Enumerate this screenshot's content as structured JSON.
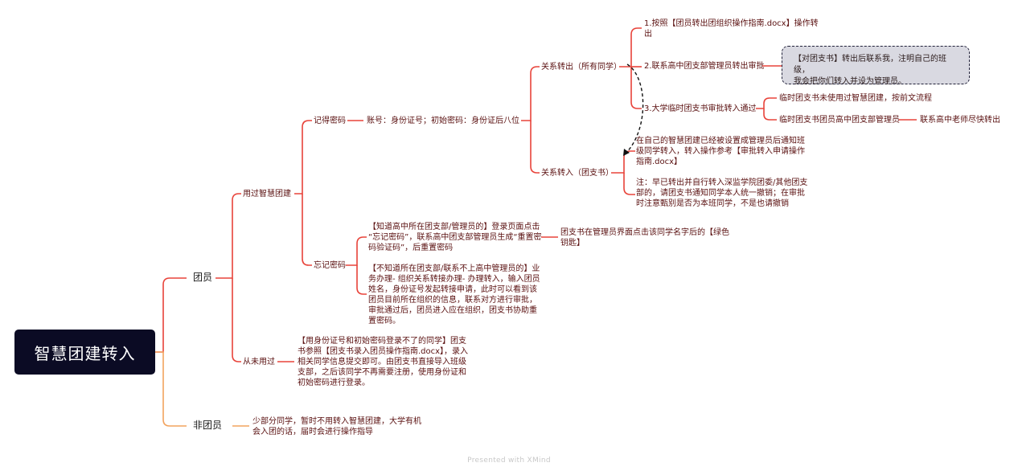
{
  "root": "智慧团建转入",
  "branches": {
    "member": "团员",
    "non_member": "非团员"
  },
  "member": {
    "used": "用过智慧团建",
    "never": "从未用过",
    "remember": "记得密码",
    "forgot": "忘记密码",
    "account_info": "账号：身份证号；初始密码：身份证后八位",
    "transfer_out": "关系转出（所有同学）",
    "transfer_in": "关系转入（团支书）",
    "out_steps": {
      "step1_line1": "1.按照【团员转出团组织操作指南.docx】操作转",
      "step1_line2": "出",
      "step2": "2.联系高中团支部管理员转出审批",
      "step3": "3.大学临时团支书审批转入通过"
    },
    "note_line1": "【对团支书】转出后联系我，注明自己的班级，",
    "note_line2": "我会把你们转入并设为管理员。",
    "step3_sub1": "临时团支书未使用过智慧团建，按前文流程",
    "step3_sub2": "临时团支书团员高中团支部管理员",
    "step3_sub2_child": "联系高中老师尽快转出",
    "transfer_in_desc": {
      "l1": "在自己的智慧团建已经被设置成管理员后通知班",
      "l2": "级同学转入，转入操作参考【审批转入申请操作",
      "l3": "指南.docx】",
      "l4": "注：早已转出并自行转入深监学院团委/其他团支",
      "l5": "部的，请团支书通知同学本人统一撤销；在审批",
      "l6": "时注意甄别是否为本班同学，不是也请撤销"
    },
    "forgot_known": {
      "l1": "【知道高中所在团支部/管理员的】登录页面点击",
      "l2": "“忘记密码”，联系高中团支部管理员生成“重置密",
      "l3": "码验证码”，后重置密码"
    },
    "forgot_known_child_l1": "团支书在管理员界面点击该同学名字后的【绿色",
    "forgot_known_child_l2": "钥匙】",
    "forgot_unknown": {
      "l1": "【不知道所在团支部/联系不上高中管理员的】业",
      "l2": "务办理- 组织关系转接办理- 办理转入，输入团员",
      "l3": "姓名，身份证号发起转接申请，此时可以看到该",
      "l4": "团员目前所在组织的信息，联系对方进行审批，",
      "l5": "审批通过后，团员进入应在组织，团支书协助重",
      "l6": "置密码。"
    },
    "never_desc": {
      "l1": "【用身份证号和初始密码登录不了的同学】团支",
      "l2": "书参照【团支书录入团员操作指南.docx】，录入",
      "l3": "相关同学信息提交即可。由团支书直接导入班级",
      "l4": "支部，之后该同学不再需要注册，使用身份证和",
      "l5": "初始密码进行登录。"
    }
  },
  "non_member_desc": {
    "l1": "少部分同学，暂时不用转入智慧团建，大学有机",
    "l2": "会入团的话，届时会进行操作指导"
  },
  "footer": "Presented with XMind",
  "colors": {
    "root_bg": "#0b0b24",
    "member_line": "#e8433a",
    "non_member_line": "#f2a35e",
    "text": "#5a1010",
    "note_bg": "#d9d9e1"
  }
}
